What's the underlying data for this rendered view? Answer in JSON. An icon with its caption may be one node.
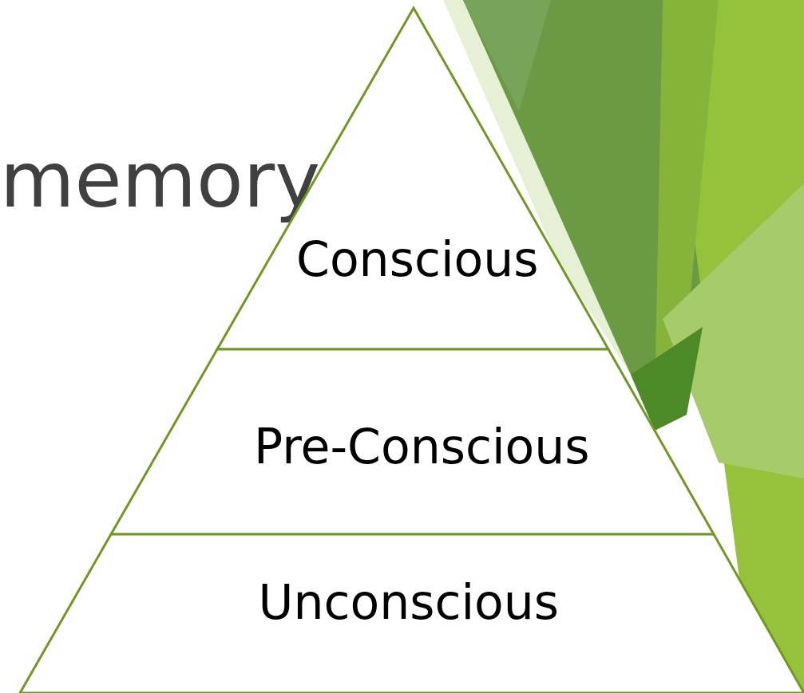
{
  "diagram": {
    "title": "memory",
    "nodes": [
      {
        "text": [
          "Conscious"
        ]
      },
      {
        "text": [
          "Pre-Conscious"
        ]
      },
      {
        "text": [
          "Unconscious"
        ]
      }
    ]
  }
}
